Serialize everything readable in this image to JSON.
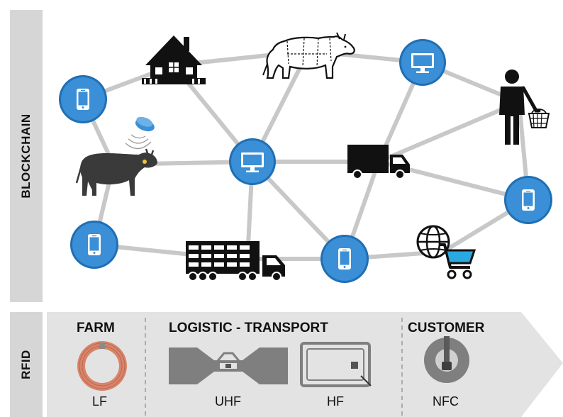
{
  "colors": {
    "node_blue": "#3b8fd6",
    "node_blue_dark": "#1f6fb5",
    "edge_gray": "#c8c8c8",
    "band_gray": "#d6d6d6",
    "rfid_panel": "#e3e3e3",
    "lf_coil": "#d9846a",
    "cart_accent": "#29a9e1"
  },
  "side_labels": {
    "blockchain": "BLOCKCHAIN",
    "rfid": "RFID"
  },
  "nodes": [
    {
      "id": "phone-farm",
      "icon": "smartphone-icon"
    },
    {
      "id": "house",
      "icon": "house-icon"
    },
    {
      "id": "cow-outline",
      "icon": "cow-meat-cuts-icon"
    },
    {
      "id": "computer-top",
      "icon": "computer-monitor-icon"
    },
    {
      "id": "customer",
      "icon": "shopper-with-basket-icon"
    },
    {
      "id": "cow-tagged",
      "icon": "tagged-cow-icon"
    },
    {
      "id": "rfid-reader",
      "icon": "rfid-reader-icon"
    },
    {
      "id": "computer-center",
      "icon": "computer-monitor-icon"
    },
    {
      "id": "truck",
      "icon": "delivery-truck-icon"
    },
    {
      "id": "phone-right",
      "icon": "smartphone-icon"
    },
    {
      "id": "phone-left",
      "icon": "smartphone-icon"
    },
    {
      "id": "livestock-trailer",
      "icon": "livestock-trailer-icon"
    },
    {
      "id": "phone-bottom",
      "icon": "smartphone-icon"
    },
    {
      "id": "ecommerce",
      "icon": "globe-shopping-cart-icon"
    }
  ],
  "rfid": {
    "phases": [
      {
        "label": "FARM"
      },
      {
        "label": "LOGISTIC - TRANSPORT"
      },
      {
        "label": "CUSTOMER"
      }
    ],
    "tags": [
      {
        "label": "LF",
        "icon": "lf-coil-tag-icon"
      },
      {
        "label": "UHF",
        "icon": "uhf-dipole-tag-icon"
      },
      {
        "label": "HF",
        "icon": "hf-loop-tag-icon"
      },
      {
        "label": "NFC",
        "icon": "nfc-tag-icon"
      }
    ]
  }
}
